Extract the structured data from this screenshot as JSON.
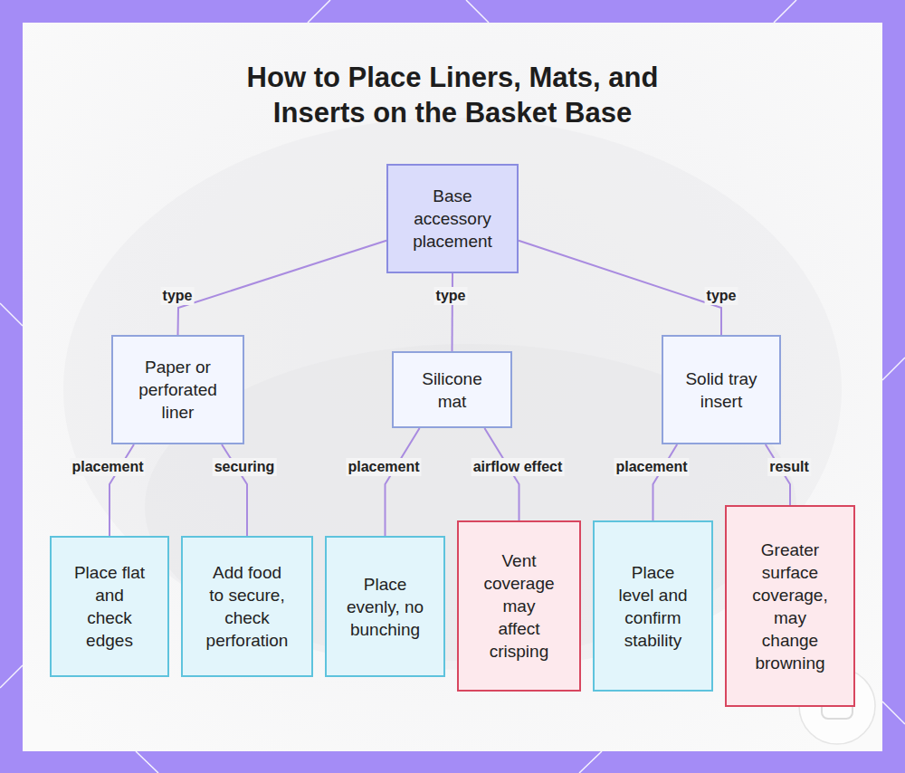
{
  "diagram": {
    "title": "How to Place Liners, Mats, and Inserts on the Basket Base",
    "nodes": [
      {
        "text": [
          "Base accessory placement"
        ]
      },
      {
        "text": [
          "Paper or perforated liner"
        ]
      },
      {
        "text": [
          "Silicone mat"
        ]
      },
      {
        "text": [
          "Solid tray insert"
        ]
      },
      {
        "text": [
          "Place flat and check edges"
        ]
      },
      {
        "text": [
          "Add food to secure, check perforation"
        ]
      },
      {
        "text": [
          "Place evenly, no bunching"
        ]
      },
      {
        "text": [
          "Vent coverage may affect crisping"
        ]
      },
      {
        "text": [
          "Place level and confirm stability"
        ]
      },
      {
        "text": [
          "Greater surface coverage, may change browning"
        ]
      }
    ],
    "edges": [
      {
        "from": 0,
        "to": 1,
        "label": "type",
        "arrow": "none"
      },
      {
        "from": 0,
        "to": 2,
        "label": "type",
        "arrow": "none"
      },
      {
        "from": 0,
        "to": 3,
        "label": "type",
        "arrow": "none"
      },
      {
        "from": 1,
        "to": 4,
        "label": "placement",
        "arrow": "none"
      },
      {
        "from": 1,
        "to": 5,
        "label": "securing",
        "arrow": "none"
      },
      {
        "from": 2,
        "to": 6,
        "label": "placement",
        "arrow": "none"
      },
      {
        "from": 2,
        "to": 7,
        "label": "airflow effect",
        "arrow": "none"
      },
      {
        "from": 3,
        "to": 8,
        "label": "placement",
        "arrow": "none"
      },
      {
        "from": 3,
        "to": 9,
        "label": "result",
        "arrow": "none"
      }
    ]
  }
}
